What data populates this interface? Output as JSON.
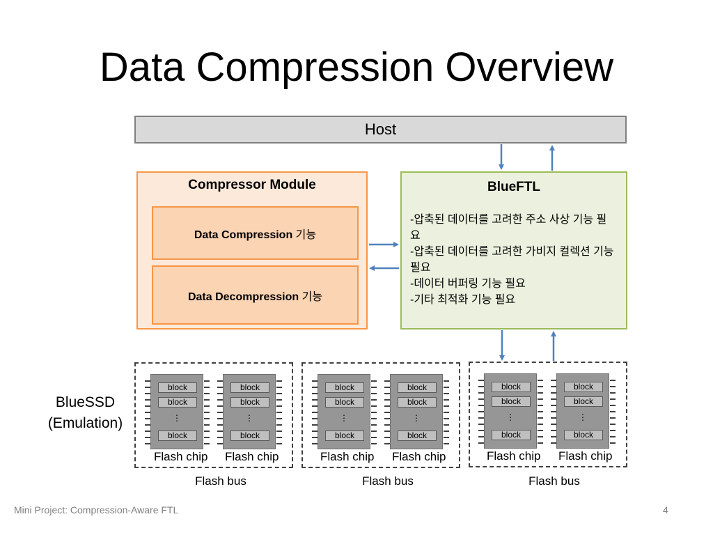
{
  "title": "Data Compression Overview",
  "host": {
    "label": "Host"
  },
  "compressor": {
    "title": "Compressor Module",
    "compression": {
      "bold": "Data Compression",
      "rest": " 기능"
    },
    "decompression": {
      "bold": "Data Decompression",
      "rest": " 기능"
    }
  },
  "blueftl": {
    "title": "BlueFTL",
    "lines": [
      "-압축된 데이터를 고려한 주소 사상 기능 필요",
      "-압축된 데이터를 고려한 가비지 컬렉션 기능 필요",
      "-데이터 버퍼링 기능 필요",
      "-기타 최적화 기능 필요"
    ]
  },
  "bluessd": {
    "line1": "BlueSSD",
    "line2": "(Emulation)"
  },
  "flash": {
    "block_label": "block",
    "ellipsis": "⋮",
    "chip_label": "Flash chip",
    "bus_labels": [
      "Flash bus",
      "Flash bus",
      "Flash bus"
    ]
  },
  "colors": {
    "arrow": "#4f81bd",
    "compressor_border": "#f79646",
    "ftl_border": "#9bbb59"
  },
  "footer": {
    "text": "Mini Project: Compression-Aware FTL",
    "page": "4"
  }
}
